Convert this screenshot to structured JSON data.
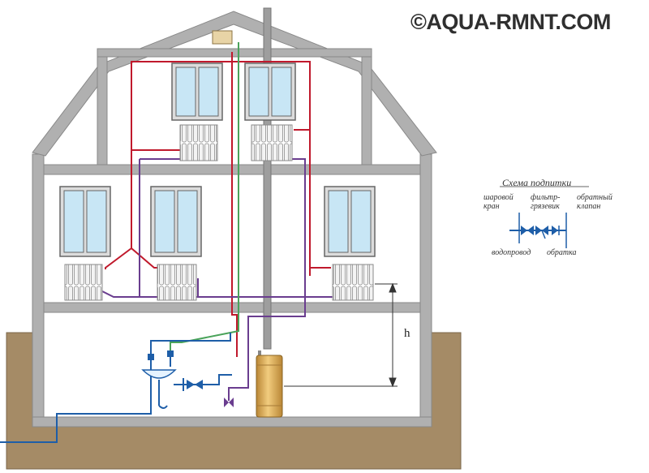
{
  "watermark": "©AQUA-RMNT.COM",
  "makeup_scheme": {
    "title": "Схема подпитки",
    "labels": {
      "ball_valve": [
        "шаровой",
        "кран"
      ],
      "mud_filter": [
        "фильтр-",
        "грязевик"
      ],
      "check_valve": [
        "обратный",
        "клапан"
      ],
      "water_supply": "водопровод",
      "return_line": "обратка"
    }
  },
  "height_marker": "h",
  "colors": {
    "supply": "#c0192c",
    "return": "#6a3d8f",
    "cold_water": "#1e5ea8",
    "green_line": "#4aa35a",
    "walls": "#b0b0b0",
    "ground": "#a58b66",
    "boiler": "#d9a94f",
    "window_glass": "#c8e6f5"
  },
  "icons": [
    "radiator-icon",
    "boiler-icon",
    "sink-icon",
    "tap-icon",
    "ball-valve-icon",
    "filter-icon",
    "check-valve-icon",
    "expansion-tank-icon",
    "chimney-icon"
  ]
}
